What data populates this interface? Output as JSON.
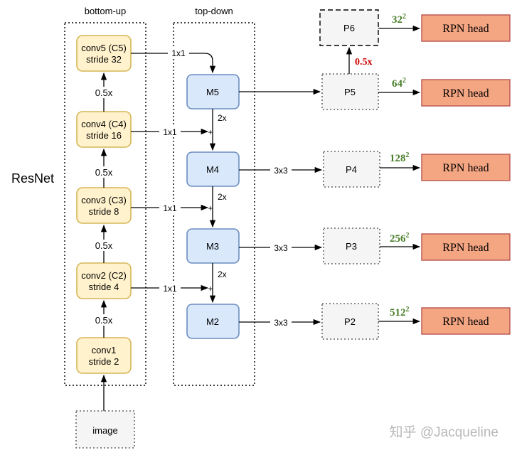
{
  "columns": {
    "bottom_up": "bottom-up",
    "top_down": "top-down"
  },
  "backbone_label": "ResNet",
  "backbone": [
    {
      "name": "conv5 (C5)",
      "stride": "stride 32"
    },
    {
      "name": "conv4 (C4)",
      "stride": "stride 16"
    },
    {
      "name": "conv3 (C3)",
      "stride": "stride 8"
    },
    {
      "name": "conv2 (C2)",
      "stride": "stride 4"
    },
    {
      "name": "conv1",
      "stride": "stride 2"
    }
  ],
  "downsample_label": "0.5x",
  "input_label": "image",
  "merge": [
    "M5",
    "M4",
    "M3",
    "M2"
  ],
  "lateral_label": "1x1",
  "upsample_label": "2x",
  "plus": "+",
  "smooth_label": "3x3",
  "pyramid": [
    "P6",
    "P5",
    "P4",
    "P3",
    "P2"
  ],
  "p6_label": "0.5x",
  "anchor_sizes": [
    {
      "base": "32",
      "exp": "2"
    },
    {
      "base": "64",
      "exp": "2"
    },
    {
      "base": "128",
      "exp": "2"
    },
    {
      "base": "256",
      "exp": "2"
    },
    {
      "base": "512",
      "exp": "2"
    }
  ],
  "head_label": "RPN head",
  "watermark": "知乎 @Jacqueline",
  "colors": {
    "conv_fill": "#fff2cc",
    "conv_stroke": "#d6b656",
    "m_fill": "#dae8fc",
    "m_stroke": "#6c8ebf",
    "p_fill": "#f5f5f5",
    "p_stroke": "#666666",
    "head_fill": "#f4a582",
    "head_stroke": "#b85450",
    "anchor_text": "#4a7f2a",
    "p6_label": "#cc0000"
  }
}
